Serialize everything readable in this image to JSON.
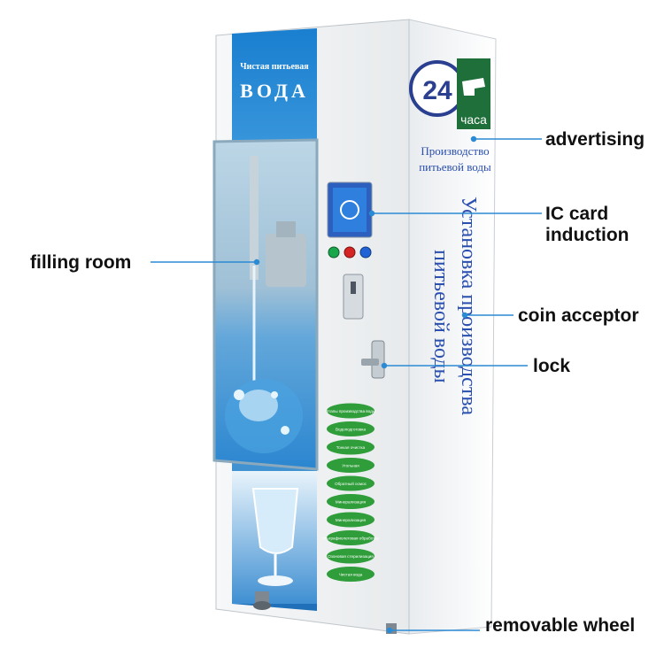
{
  "machine": {
    "top_banner_line1": "Чистая питьевая",
    "top_banner_line2": "ВОДА",
    "badge_number": "24",
    "badge_word": "часа",
    "side_subtitle_line1": "Производство",
    "side_subtitle_line2": "питьевой воды",
    "side_vertical_line1": "Установка производства",
    "side_vertical_line2": "питьевой воды",
    "leaf_labels": [
      "Этапы производства воды",
      "Водоподготовка",
      "Тонкая очистка",
      "Угольная",
      "Обратный осмос",
      "Минерализация",
      "Минерализация",
      "Ультрафиолетовая обработка",
      "Озоновая стерилизация",
      "Чистая вода"
    ]
  },
  "callouts": {
    "advertising": "advertising",
    "ic_card_line1": "IC card",
    "ic_card_line2": "induction",
    "filling_room": "filling room",
    "coin_acceptor": "coin acceptor",
    "lock": "lock",
    "removable_wheel": "removable wheel"
  },
  "colors": {
    "leaf_green": "#2f9d3a",
    "panel_blue": "#1e88d6",
    "callout_line": "#2a8ad4",
    "badge_red": "#cc1f1f"
  }
}
